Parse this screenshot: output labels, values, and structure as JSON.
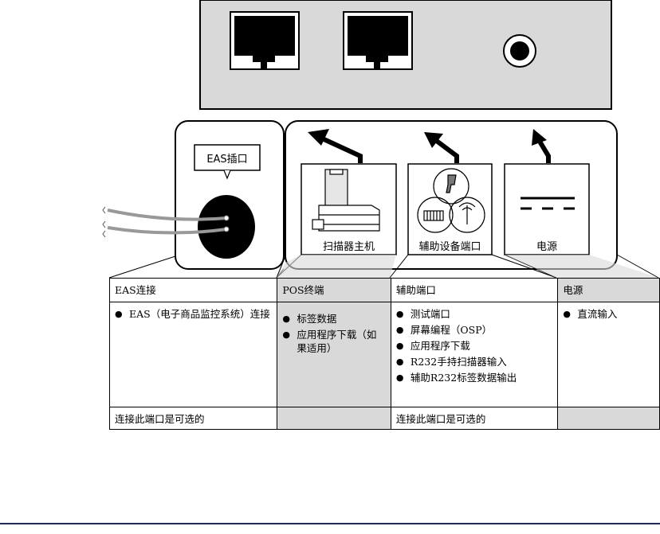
{
  "diagram": {
    "eas_callout": "EAS插口",
    "panels": [
      {
        "label": "扫描器主机"
      },
      {
        "label": "辅助设备端口"
      },
      {
        "label": "电源"
      }
    ]
  },
  "table": {
    "headers": [
      "EAS连接",
      "POS终端",
      "辅助端口",
      "电源"
    ],
    "eas_items": [
      "EAS（电子商品监控系统）连接"
    ],
    "pos_items": [
      "标签数据",
      "应用程序下载（如果适用）"
    ],
    "aux_items": [
      "测试端口",
      "屏幕编程（OSP）",
      "应用程序下载",
      "R232手持扫描器输入",
      "辅助R232标签数据输出"
    ],
    "power_items": [
      "直流输入"
    ],
    "footer_eas": "连接此端口是可选的",
    "footer_aux": "连接此端口是可选的"
  }
}
